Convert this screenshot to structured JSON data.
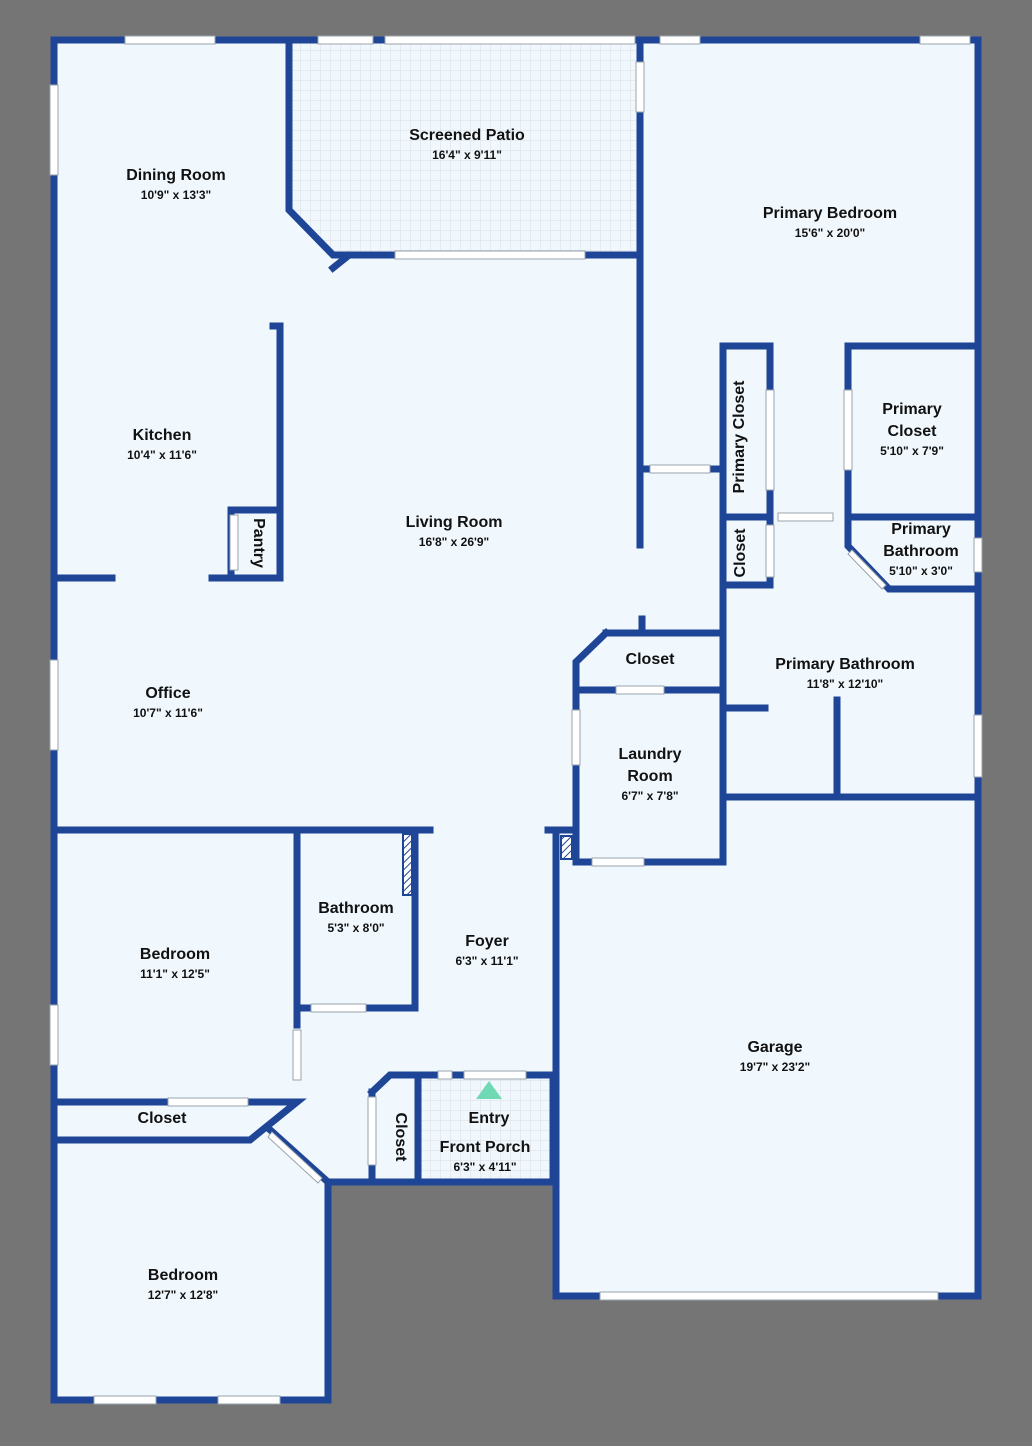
{
  "colors": {
    "background": "#757575",
    "floor": "#f1f8fd",
    "wall": "#1f4596",
    "window": "#ffffff",
    "tile_grid": "#d6dde4",
    "entry_marker": "#6fd9b4"
  },
  "rooms": [
    {
      "id": "dining",
      "name": "Dining Room",
      "dims": "10'9\" x 13'3\""
    },
    {
      "id": "patio",
      "name": "Screened Patio",
      "dims": "16'4\" x 9'11\""
    },
    {
      "id": "primary-bedroom",
      "name": "Primary Bedroom",
      "dims": "15'6\" x 20'0\""
    },
    {
      "id": "kitchen",
      "name": "Kitchen",
      "dims": "10'4\" x 11'6\""
    },
    {
      "id": "pantry",
      "name": "Pantry",
      "dims": ""
    },
    {
      "id": "living",
      "name": "Living Room",
      "dims": "16'8\" x 26'9\""
    },
    {
      "id": "primary-closet-left",
      "name": "Primary Closet",
      "dims": ""
    },
    {
      "id": "primary-closet-right",
      "name": "Primary Closet",
      "dims": "5'10\" x 7'9\""
    },
    {
      "id": "closet-small",
      "name": "Closet",
      "dims": ""
    },
    {
      "id": "primary-bath-small",
      "name": "Primary Bathroom",
      "dims": "5'10\" x 3'0\""
    },
    {
      "id": "office",
      "name": "Office",
      "dims": "10'7\" x 11'6\""
    },
    {
      "id": "closet-laundry",
      "name": "Closet",
      "dims": ""
    },
    {
      "id": "primary-bath",
      "name": "Primary Bathroom",
      "dims": "11'8\" x 12'10\""
    },
    {
      "id": "laundry",
      "name": "Laundry Room",
      "dims": "6'7\" x 7'8\""
    },
    {
      "id": "bathroom",
      "name": "Bathroom",
      "dims": "5'3\" x 8'0\""
    },
    {
      "id": "bedroom1",
      "name": "Bedroom",
      "dims": "11'1\" x 12'5\""
    },
    {
      "id": "foyer",
      "name": "Foyer",
      "dims": "6'3\" x 11'1\""
    },
    {
      "id": "garage",
      "name": "Garage",
      "dims": "19'7\" x 23'2\""
    },
    {
      "id": "closet-bedroom",
      "name": "Closet",
      "dims": ""
    },
    {
      "id": "entry",
      "name": "Entry",
      "dims": ""
    },
    {
      "id": "closet-foyer",
      "name": "Closet",
      "dims": ""
    },
    {
      "id": "front-porch",
      "name": "Front Porch",
      "dims": "6'3\" x 4'11\""
    },
    {
      "id": "bedroom2",
      "name": "Bedroom",
      "dims": "12'7\" x 12'8\""
    }
  ]
}
